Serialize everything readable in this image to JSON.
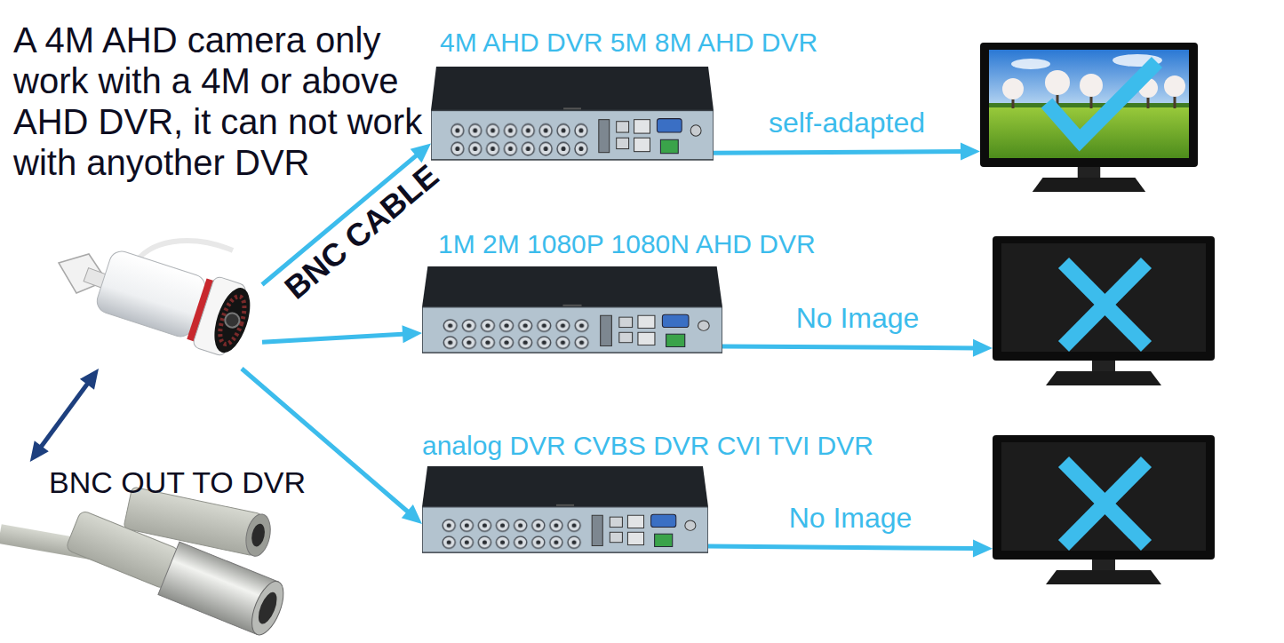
{
  "diagram": {
    "title": "A 4M AHD camera only work with a 4M or above AHD DVR, it can not work with anyother DVR",
    "nodes": [
      {
        "text": []
      },
      {
        "text": [
          "BNC OUT TO DVR"
        ]
      },
      {
        "text": [
          "4M AHD DVR 5M 8M AHD DVR"
        ]
      },
      {
        "text": [
          "1M 2M 1080P 1080N AHD DVR"
        ]
      },
      {
        "text": [
          "analog DVR CVBS DVR CVI TVI DVR"
        ]
      },
      {
        "text": []
      },
      {
        "text": []
      },
      {
        "text": []
      }
    ],
    "edges": [
      {
        "from": 0,
        "to": 2,
        "arrow": "to",
        "label": "BNC CABLE"
      },
      {
        "from": 0,
        "to": 3,
        "arrow": "to"
      },
      {
        "from": 0,
        "to": 4,
        "arrow": "to"
      },
      {
        "from": 2,
        "to": 5,
        "arrow": "to",
        "label": "self-adapted"
      },
      {
        "from": 3,
        "to": 6,
        "arrow": "to",
        "label": "No Image"
      },
      {
        "from": 4,
        "to": 7,
        "arrow": "to",
        "label": "No Image"
      },
      {
        "from": 0,
        "to": 1,
        "arrow": "both"
      }
    ]
  }
}
